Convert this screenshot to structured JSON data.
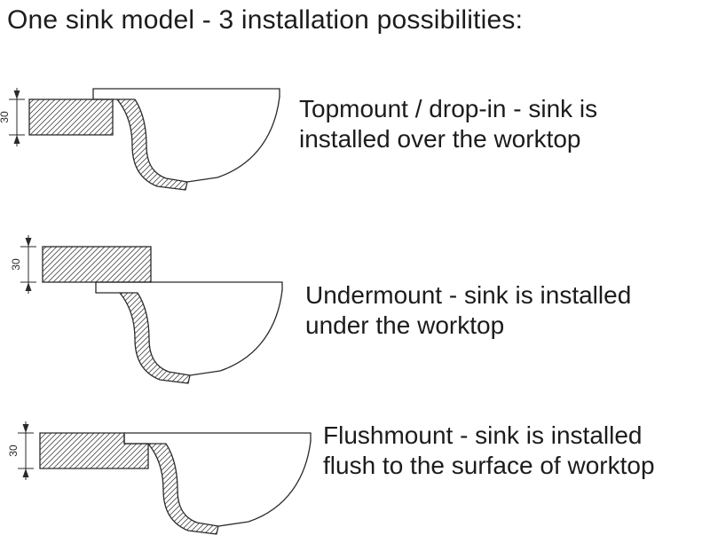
{
  "title": "One sink model - 3 installation possibilities:",
  "rows": [
    {
      "id": "topmount",
      "dimension_label": "30",
      "caption_line1": "Topmount / drop-in - sink is",
      "caption_line2": "installed over the worktop"
    },
    {
      "id": "undermount",
      "dimension_label": "30",
      "caption_line1": "Undermount - sink is installed",
      "caption_line2": "under the worktop"
    },
    {
      "id": "flushmount",
      "dimension_label": "30",
      "caption_line1": "Flushmount - sink is installed",
      "caption_line2": "flush to the surface of worktop"
    }
  ],
  "colors": {
    "line": "#2a2a2a",
    "text": "#1c1c1c",
    "background": "#ffffff"
  }
}
